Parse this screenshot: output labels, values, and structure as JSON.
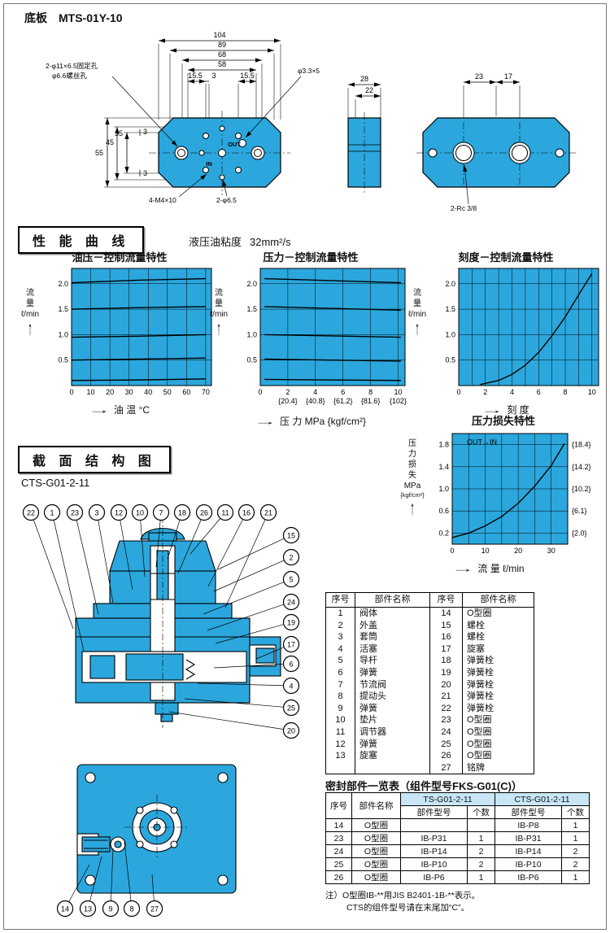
{
  "page": {
    "section1_title": "底板",
    "section1_model": "MTS-01Y-10",
    "perf_header": "性 能 曲 线",
    "viscosity_label": "液压油粘度",
    "viscosity_value": "32mm²/s",
    "structure_header": "截 面 结 构 图",
    "structure_model": "CTS-G01-2-11"
  },
  "glyphs": {
    "right_arrow": "→",
    "up_arrow": "↑"
  },
  "colors": {
    "drawing_blue": "#2ba7dd",
    "header_cell_blue": "#c8e6f5",
    "line_black": "#000000"
  },
  "base_plate": {
    "dims_top": [
      "104",
      "89",
      "68",
      "58"
    ],
    "dims_small": [
      "15.5",
      "3",
      "15.5"
    ],
    "dims_left": [
      "55",
      "45",
      "35",
      "3",
      "3"
    ],
    "ann_fix_hole": "2-φ11×6.5固定孔",
    "ann_screw_hole": "φ6.6螺丝孔",
    "ann_phi33": "φ3.3×5",
    "ann_m4": "4-M4×10",
    "ann_phi65": "2-φ6.5",
    "label_in": "IN",
    "label_out": "OUT",
    "side_dims": [
      "28",
      "22"
    ],
    "right_dims": [
      "23",
      "17"
    ],
    "ann_rc": "2-Rc 3/8"
  },
  "chart_data": [
    {
      "type": "line",
      "title": "油压－控制流量特性",
      "ylabel": "流量 ℓ/min",
      "ylabel_lines": [
        "流",
        "量",
        "ℓ/min",
        "↑"
      ],
      "xlabel": "油 温 °C",
      "xlim": [
        0,
        73
      ],
      "ylim": [
        0,
        2.3
      ],
      "xticks": [
        0,
        10,
        20,
        30,
        40,
        50,
        60,
        70
      ],
      "yticks": [
        0.5,
        1.0,
        1.5,
        2.0
      ],
      "grid": true,
      "series": [
        {
          "points": [
            [
              0,
              2.02
            ],
            [
              35,
              2.07
            ],
            [
              70,
              2.1
            ]
          ]
        },
        {
          "points": [
            [
              0,
              1.5
            ],
            [
              35,
              1.53
            ],
            [
              70,
              1.55
            ]
          ]
        },
        {
          "points": [
            [
              0,
              0.95
            ],
            [
              35,
              0.97
            ],
            [
              70,
              1.0
            ]
          ]
        },
        {
          "points": [
            [
              0,
              0.5
            ],
            [
              35,
              0.52
            ],
            [
              70,
              0.54
            ]
          ]
        },
        {
          "points": [
            [
              0,
              0.1
            ],
            [
              35,
              0.11
            ],
            [
              70,
              0.13
            ]
          ]
        }
      ]
    },
    {
      "type": "line",
      "title": "压力－控制流量特性",
      "ylabel": "流量 ℓ/min",
      "ylabel_lines": [
        "流",
        "量",
        "ℓ/min",
        "↑"
      ],
      "xlabel": "压 力 MPa {kgf/cm²}",
      "xlim": [
        0,
        10.5
      ],
      "ylim": [
        0,
        2.3
      ],
      "xticks": [
        0,
        2,
        4,
        6,
        8,
        10
      ],
      "xtick_labels2": [
        "",
        "{20.4}",
        "{40.8}",
        "{61.2}",
        "{81.6}",
        "{102}"
      ],
      "yticks": [
        0.5,
        1.0,
        1.5,
        2.0
      ],
      "grid": true,
      "series": [
        {
          "points": [
            [
              0.3,
              2.1
            ],
            [
              10.2,
              2.02
            ]
          ]
        },
        {
          "points": [
            [
              0.3,
              1.55
            ],
            [
              10.2,
              1.48
            ]
          ]
        },
        {
          "points": [
            [
              0.3,
              1.0
            ],
            [
              10.2,
              0.95
            ]
          ]
        },
        {
          "points": [
            [
              0.3,
              0.52
            ],
            [
              10.2,
              0.48
            ]
          ]
        },
        {
          "points": [
            [
              0.3,
              0.12
            ],
            [
              10.2,
              0.1
            ]
          ]
        }
      ]
    },
    {
      "type": "line",
      "title": "刻度－控制流量特性",
      "ylabel": "流量 ℓ/min",
      "ylabel_lines": [
        "流",
        "量",
        "ℓ/min",
        "↑"
      ],
      "xlabel": "刻 度",
      "xlim": [
        0,
        10.5
      ],
      "ylim": [
        0,
        2.3
      ],
      "xticks": [
        0,
        2,
        4,
        6,
        8,
        10
      ],
      "xgrid": [
        1,
        2,
        3,
        4,
        5,
        6,
        7,
        8,
        9,
        10
      ],
      "yticks": [
        0.5,
        1.0,
        1.5,
        2.0
      ],
      "grid": true,
      "series": [
        {
          "points": [
            [
              1.6,
              0.02
            ],
            [
              3,
              0.1
            ],
            [
              4,
              0.22
            ],
            [
              5,
              0.4
            ],
            [
              6,
              0.65
            ],
            [
              7,
              0.98
            ],
            [
              8,
              1.35
            ],
            [
              9,
              1.78
            ],
            [
              10,
              2.2
            ]
          ]
        }
      ]
    },
    {
      "type": "line",
      "title": "压力损失特性",
      "ylabel": "压力损失 MPa {kgf/cm²}",
      "ylabel_lines": [
        "压",
        "力",
        "损",
        "失",
        "MPa",
        "{kgf/cm²}",
        "↑"
      ],
      "xlabel": "流 量 ℓ/min",
      "xlim": [
        0,
        35
      ],
      "ylim": [
        0,
        2.0
      ],
      "xticks": [
        0,
        10,
        20,
        30
      ],
      "xgrid": [
        5,
        10,
        15,
        20,
        25,
        30
      ],
      "yticks": [
        0.2,
        0.6,
        1.0,
        1.4,
        1.8
      ],
      "ytick_labels_right": [
        "{2.0}",
        "{6.1}",
        "{10.2}",
        "{14.2}",
        "{18.4}"
      ],
      "annotation": {
        "text": "OUT→IN",
        "x": 9,
        "y": 1.8
      },
      "grid": true,
      "series": [
        {
          "points": [
            [
              0,
              0.12
            ],
            [
              5,
              0.2
            ],
            [
              10,
              0.33
            ],
            [
              15,
              0.5
            ],
            [
              20,
              0.74
            ],
            [
              25,
              1.05
            ],
            [
              30,
              1.42
            ],
            [
              34,
              1.82
            ]
          ]
        }
      ]
    }
  ],
  "cross_section": {
    "callouts_top": [
      "22",
      "1",
      "23",
      "3",
      "12",
      "10",
      "7",
      "18",
      "26",
      "11",
      "16",
      "21"
    ],
    "callouts_right": [
      "15",
      "2",
      "5",
      "24",
      "19",
      "17",
      "6",
      "4",
      "25",
      "20"
    ],
    "callouts_bottom": [
      "14",
      "13",
      "9",
      "8",
      "27"
    ]
  },
  "parts_table": {
    "headers": [
      "序号",
      "部件名称",
      "序号",
      "部件名称"
    ],
    "rows": [
      [
        "1",
        "阀体",
        "14",
        "O型圈"
      ],
      [
        "2",
        "外盖",
        "15",
        "螺栓"
      ],
      [
        "3",
        "套筒",
        "16",
        "螺栓"
      ],
      [
        "4",
        "活塞",
        "17",
        "旋塞"
      ],
      [
        "5",
        "导杆",
        "18",
        "弹簧栓"
      ],
      [
        "6",
        "弹簧",
        "19",
        "弹簧栓"
      ],
      [
        "7",
        "节流阀",
        "20",
        "弹簧栓"
      ],
      [
        "8",
        "提动头",
        "21",
        "弹簧栓"
      ],
      [
        "9",
        "弹簧",
        "22",
        "弹簧栓"
      ],
      [
        "10",
        "垫片",
        "23",
        "O型圈"
      ],
      [
        "11",
        "调节器",
        "24",
        "O型圈"
      ],
      [
        "12",
        "弹簧",
        "25",
        "O型圈"
      ],
      [
        "13",
        "旋塞",
        "26",
        "O型圈"
      ],
      [
        "",
        "",
        "27",
        "铭牌"
      ]
    ]
  },
  "seal_table": {
    "title": "密封部件一览表（组件型号FKS-G01(C)）",
    "header": {
      "col1": "序号",
      "col2": "部件名称",
      "group1": "TS-G01-2-11",
      "group2": "CTS-G01-2-11",
      "sub_model": "部件型号",
      "sub_qty": "个数"
    },
    "rows": [
      [
        "14",
        "O型圈",
        "",
        "",
        "IB-P8",
        "1"
      ],
      [
        "23",
        "O型圈",
        "IB-P31",
        "1",
        "IB-P31",
        "1"
      ],
      [
        "24",
        "O型圈",
        "IB-P14",
        "2",
        "IB-P14",
        "2"
      ],
      [
        "25",
        "O型圈",
        "IB-P10",
        "2",
        "IB-P10",
        "2"
      ],
      [
        "26",
        "O型圈",
        "IB-P6",
        "1",
        "IB-P6",
        "1"
      ]
    ],
    "notes": [
      "注）O型圈IB-**用JIS B2401-1B-**表示。",
      "CTS的组件型号请在末尾加“C”。"
    ]
  }
}
